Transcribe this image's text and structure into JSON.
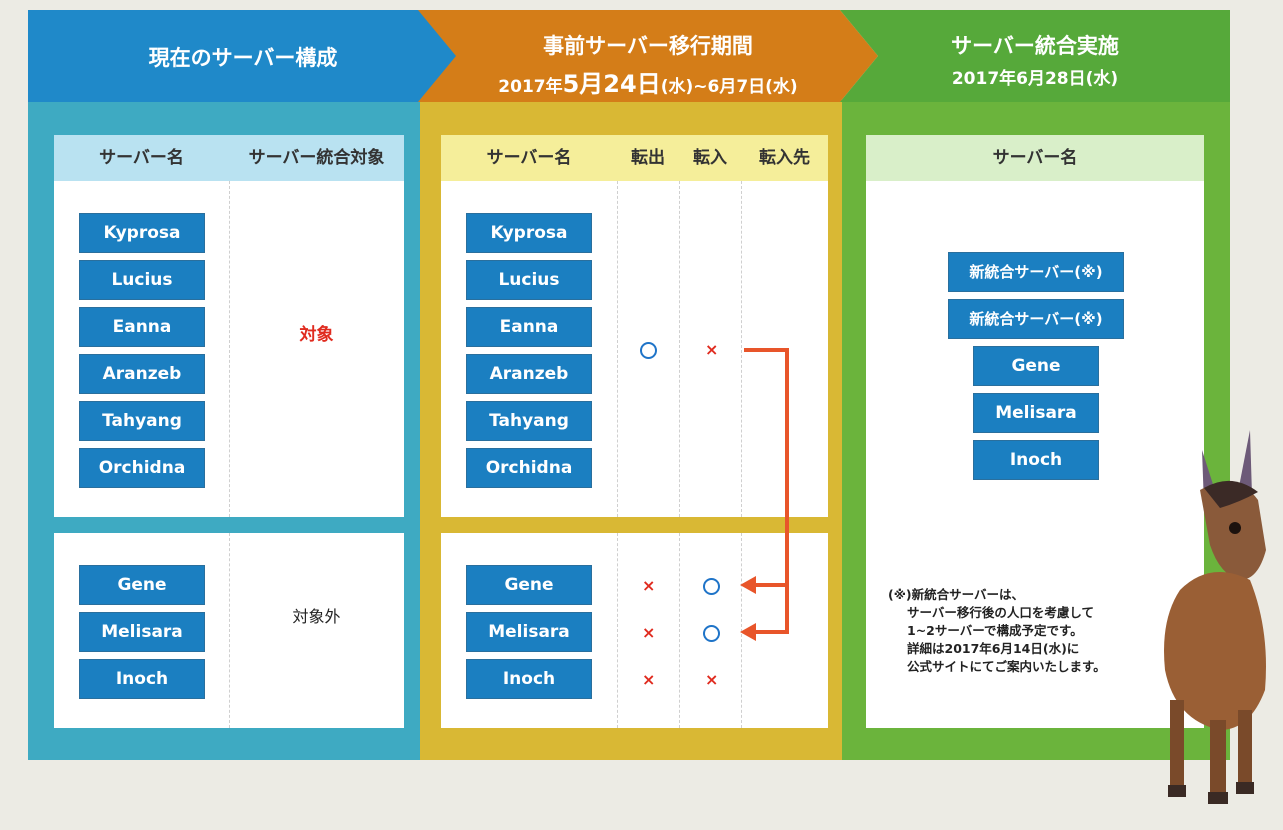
{
  "headers": {
    "current": {
      "title": "現在のサーバー構成"
    },
    "migration": {
      "title": "事前サーバー移行期間",
      "period_prefix": "2017年",
      "period_main": "5月24日",
      "period_suffix": "(水)~6月7日(水)"
    },
    "merge": {
      "title": "サーバー統合実施",
      "date": "2017年6月28日(水)"
    }
  },
  "current_panel": {
    "col_server": "サーバー名",
    "col_target": "サーバー統合対象",
    "target_label": "対象",
    "non_target_label": "対象外",
    "target_color": "#e02b1f"
  },
  "migration_panel": {
    "col_server": "サーバー名",
    "col_out": "転出",
    "col_in": "転入",
    "col_dest": "転入先"
  },
  "merge_panel": {
    "col_server": "サーバー名",
    "new_server_1": "新統合サーバー(※)",
    "new_server_2": "新統合サーバー(※)",
    "note_lines": [
      "(※)新統合サーバーは、",
      "サーバー移行後の人口を考慮して",
      "1~2サーバーで構成予定です。",
      "詳細は2017年6月14日(水)に",
      "公式サイトにてご案内いたします。"
    ]
  },
  "servers_target": [
    "Kyprosa",
    "Lucius",
    "Eanna",
    "Aranzeb",
    "Tahyang",
    "Orchidna"
  ],
  "servers_non_target": [
    "Gene",
    "Melisara",
    "Inoch"
  ],
  "colors": {
    "blue": "#1f89c9",
    "orange": "#d47d18",
    "green": "#56a93a",
    "button": "#1b7fc1",
    "arrow": "#e8552a"
  }
}
